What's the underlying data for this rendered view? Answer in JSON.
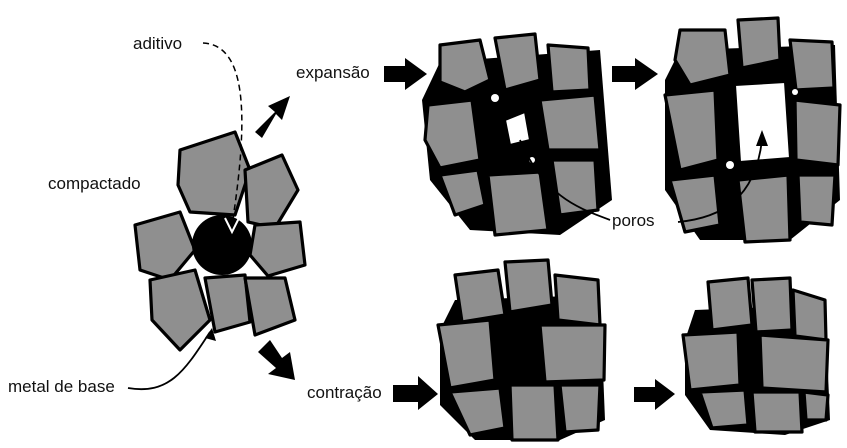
{
  "labels": {
    "additive": "aditivo",
    "compacted": "compactado",
    "base_metal": "metal de base",
    "expansion": "expansão",
    "contraction": "contração",
    "pores": "poros"
  },
  "colors": {
    "ink": "#000000",
    "grain_fill": "#8f8f8f",
    "grain_highlight": "#c8c8c8",
    "background": "#ffffff"
  }
}
